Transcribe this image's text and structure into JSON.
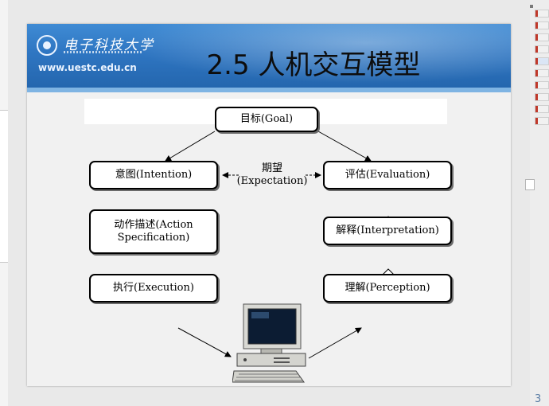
{
  "slide": {
    "title": "2.5 人机交互模型",
    "university_logo_text": "电子科技大学",
    "url": "www.uestc.edu.cn"
  },
  "diagram": {
    "goal": "目标(Goal)",
    "intention": "意图(Intention)",
    "expectation": "期望\n(Expectation)",
    "action_specification": "动作描述(Action\nSpecification)",
    "execution": "执行(Execution)",
    "evaluation": "评估(Evaluation)",
    "interpretation": "解释(Interpretation)",
    "perception": "理解(Perception)"
  },
  "app": {
    "page_number": "3"
  },
  "colors": {
    "banner": "#2f76c2",
    "slide_background": "#f1f1f1",
    "thumbnail_accent": "#c0392b"
  }
}
